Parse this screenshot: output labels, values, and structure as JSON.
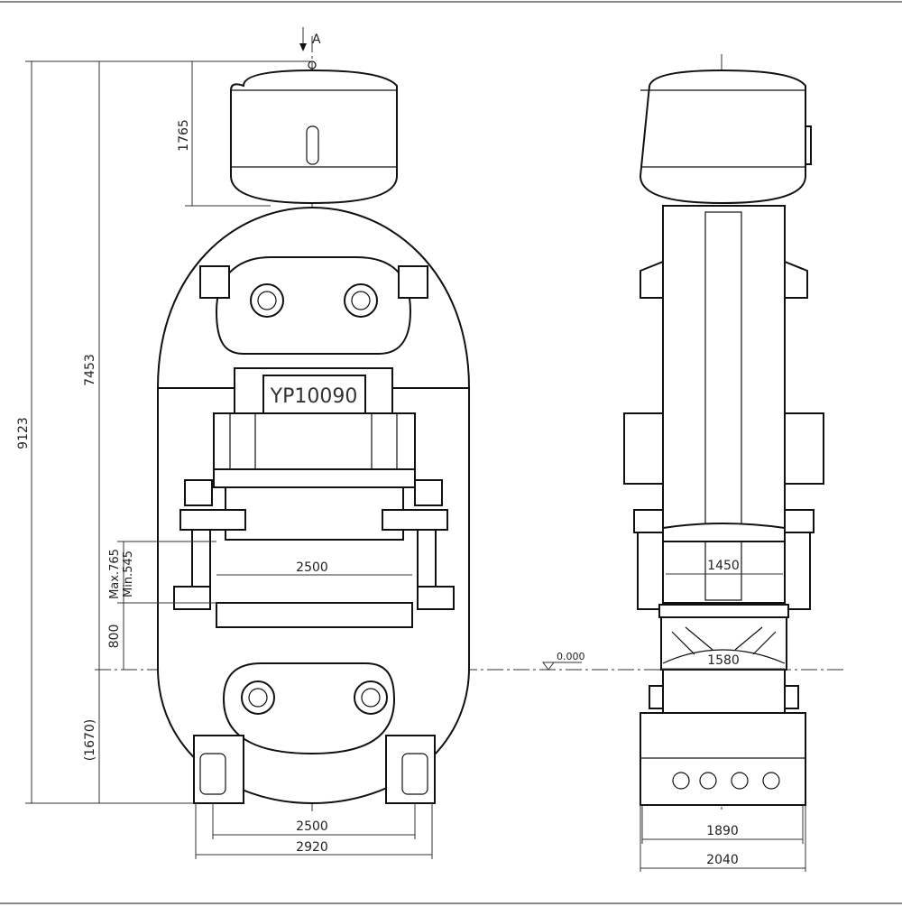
{
  "title_plate": "YP10090",
  "section_marker": "A",
  "front_view": {
    "dim_total_height": "9123",
    "dim_height_above_ground": "7453",
    "dim_tank_height": "1765",
    "dim_stroke_max": "Max.765",
    "dim_stroke_min": "Min.545",
    "dim_table_height": "800",
    "dim_below_ground": "(1670)",
    "dim_table_width": "2500",
    "dim_foot_span": "2500",
    "dim_overall_width": "2920"
  },
  "side_view": {
    "dim_inner_width": "1450",
    "dim_base_width": "1580",
    "dim_foot_span": "1890",
    "dim_overall_depth": "2040"
  },
  "ground_level": "0.000"
}
